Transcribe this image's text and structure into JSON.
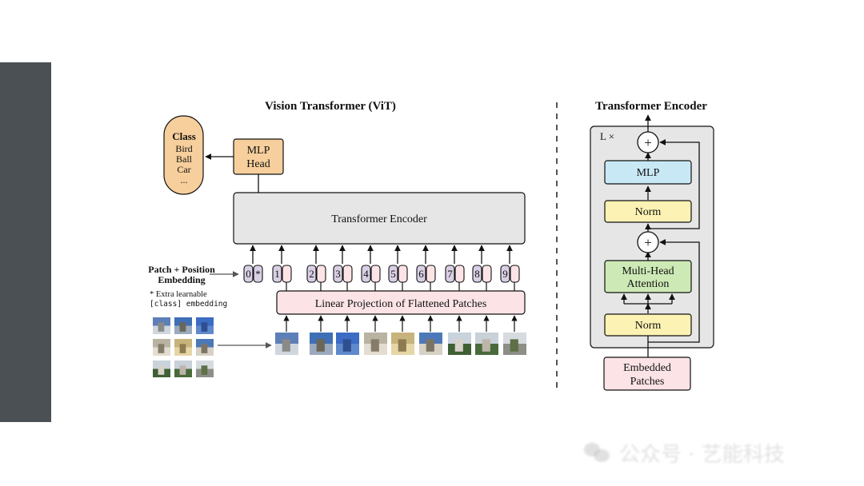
{
  "vit": {
    "title": "Vision Transformer (ViT)",
    "class_box": {
      "heading": "Class",
      "items": [
        "Bird",
        "Ball",
        "Car",
        "..."
      ]
    },
    "mlp_head": [
      "MLP",
      "Head"
    ],
    "transformer_encoder": "Transformer Encoder",
    "embedding_label": [
      "Patch + Position",
      "Embedding"
    ],
    "extra_note": [
      "* Extra learnable",
      "[class] embedding"
    ],
    "position_tokens": [
      "0",
      "1",
      "2",
      "3",
      "4",
      "5",
      "6",
      "7",
      "8",
      "9"
    ],
    "class_token_symbol": "*",
    "linear_projection": "Linear Projection of Flattened Patches"
  },
  "encoder": {
    "title": "Transformer Encoder",
    "repeat_label": "L ×",
    "plus_symbol": "+",
    "mlp": "MLP",
    "norm": "Norm",
    "attention": [
      "Multi-Head",
      "Attention"
    ],
    "embedded_patches": [
      "Embedded",
      "Patches"
    ]
  },
  "colors": {
    "sidebar": "#4b5054",
    "mlp_head": "#f7cf9c",
    "encoder_box": "#e6e6e6",
    "token": "#d9d0e5",
    "token_pink": "#fbe3e6",
    "projection": "#fbe3e6",
    "mlp_block": "#c9e8f6",
    "norm_block": "#fcf2b3",
    "attention_block": "#cde9b6",
    "embedded_block": "#fbe3e6"
  },
  "watermark": "公众号 · 艺能科技"
}
